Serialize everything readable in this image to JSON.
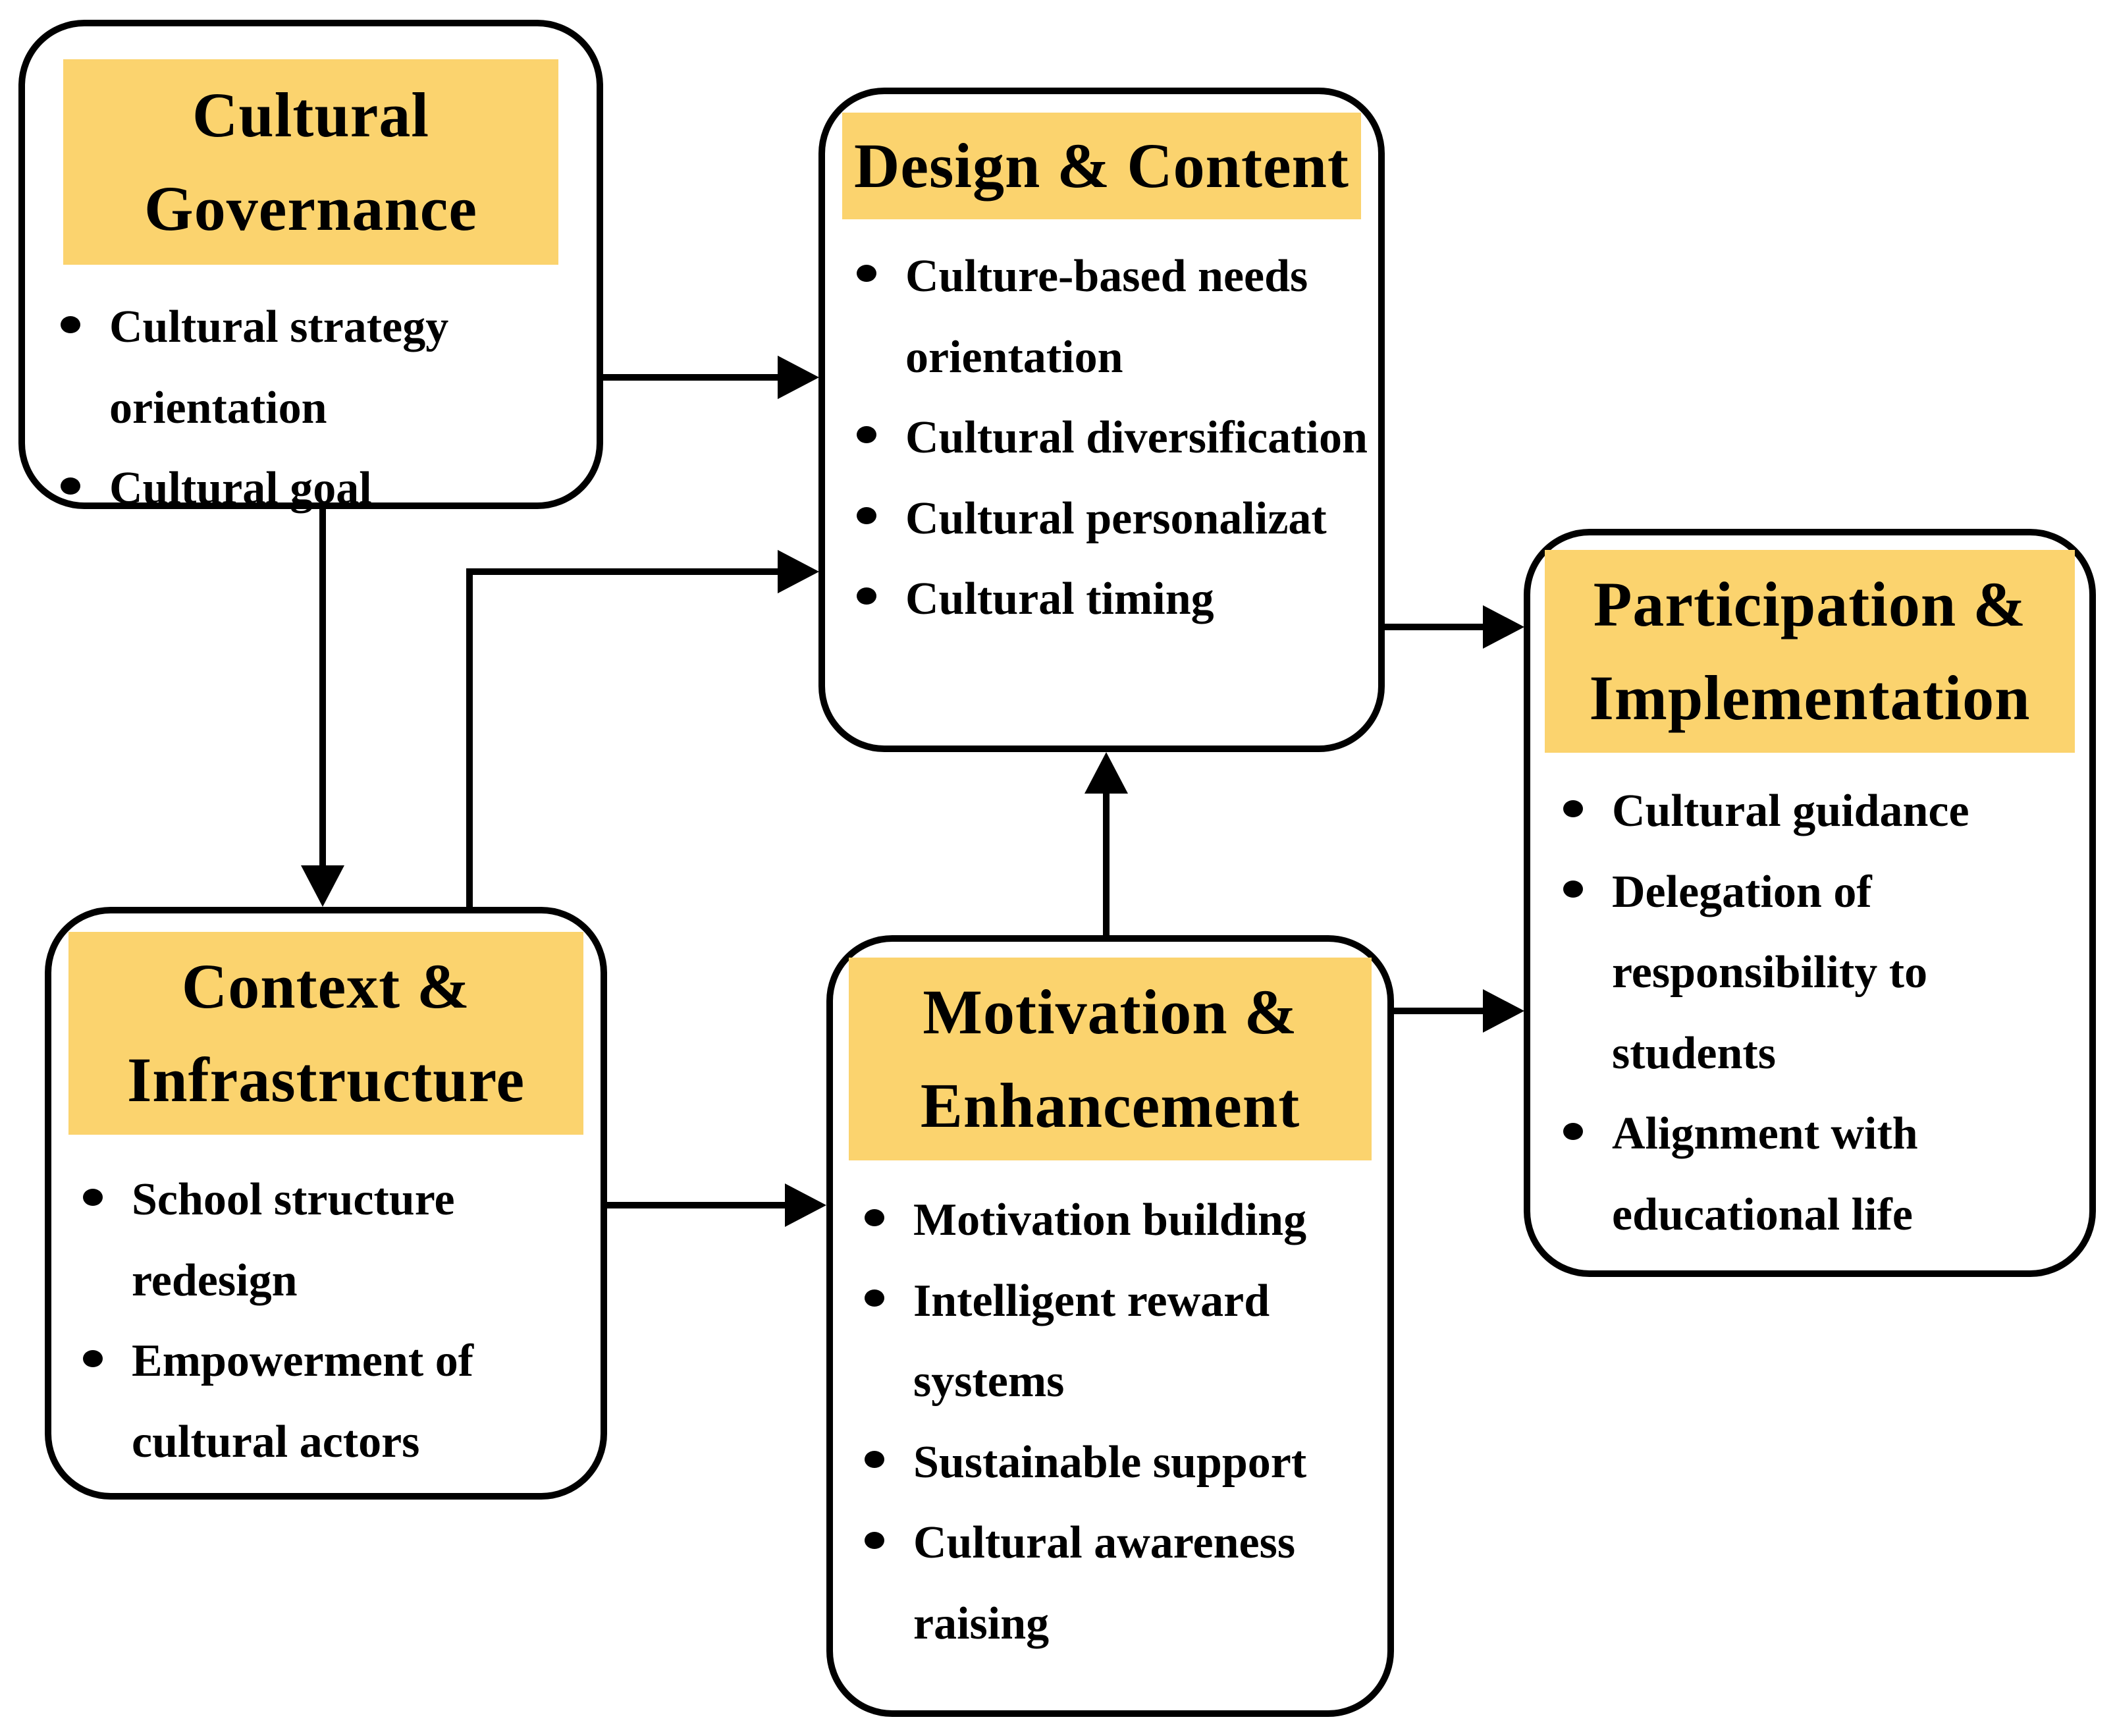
{
  "diagram": {
    "background_color": "#ffffff",
    "accent_color": "#FBD36E",
    "line_color": "#000000",
    "boxes": [
      {
        "id": "governance",
        "title": "Cultural Governance",
        "items": [
          "Cultural strategy orientation",
          "Cultural goal"
        ]
      },
      {
        "id": "design",
        "title": "Design & Content",
        "items": [
          "Culture-based needs orientation",
          "Cultural diversification",
          "Cultural personalizat",
          "Cultural timing"
        ]
      },
      {
        "id": "context",
        "title": "Context & Infrastructure",
        "items": [
          "School structure redesign",
          "Empowerment of cultural actors"
        ]
      },
      {
        "id": "motivation",
        "title": "Motivation & Enhancement",
        "items": [
          "Motivation building",
          "Intelligent reward systems",
          "Sustainable support",
          "Cultural awareness raising"
        ]
      },
      {
        "id": "participation",
        "title": "Participation & Implementation",
        "items": [
          "Cultural guidance",
          "Delegation of responsibility to students",
          "Alignment with educational life"
        ]
      }
    ],
    "edges": [
      {
        "from": "governance",
        "to": "design"
      },
      {
        "from": "governance",
        "to": "context"
      },
      {
        "from": "context",
        "to": "design"
      },
      {
        "from": "context",
        "to": "motivation"
      },
      {
        "from": "design",
        "to": "participation"
      },
      {
        "from": "motivation",
        "to": "participation"
      },
      {
        "from": "motivation",
        "to": "design"
      }
    ]
  }
}
